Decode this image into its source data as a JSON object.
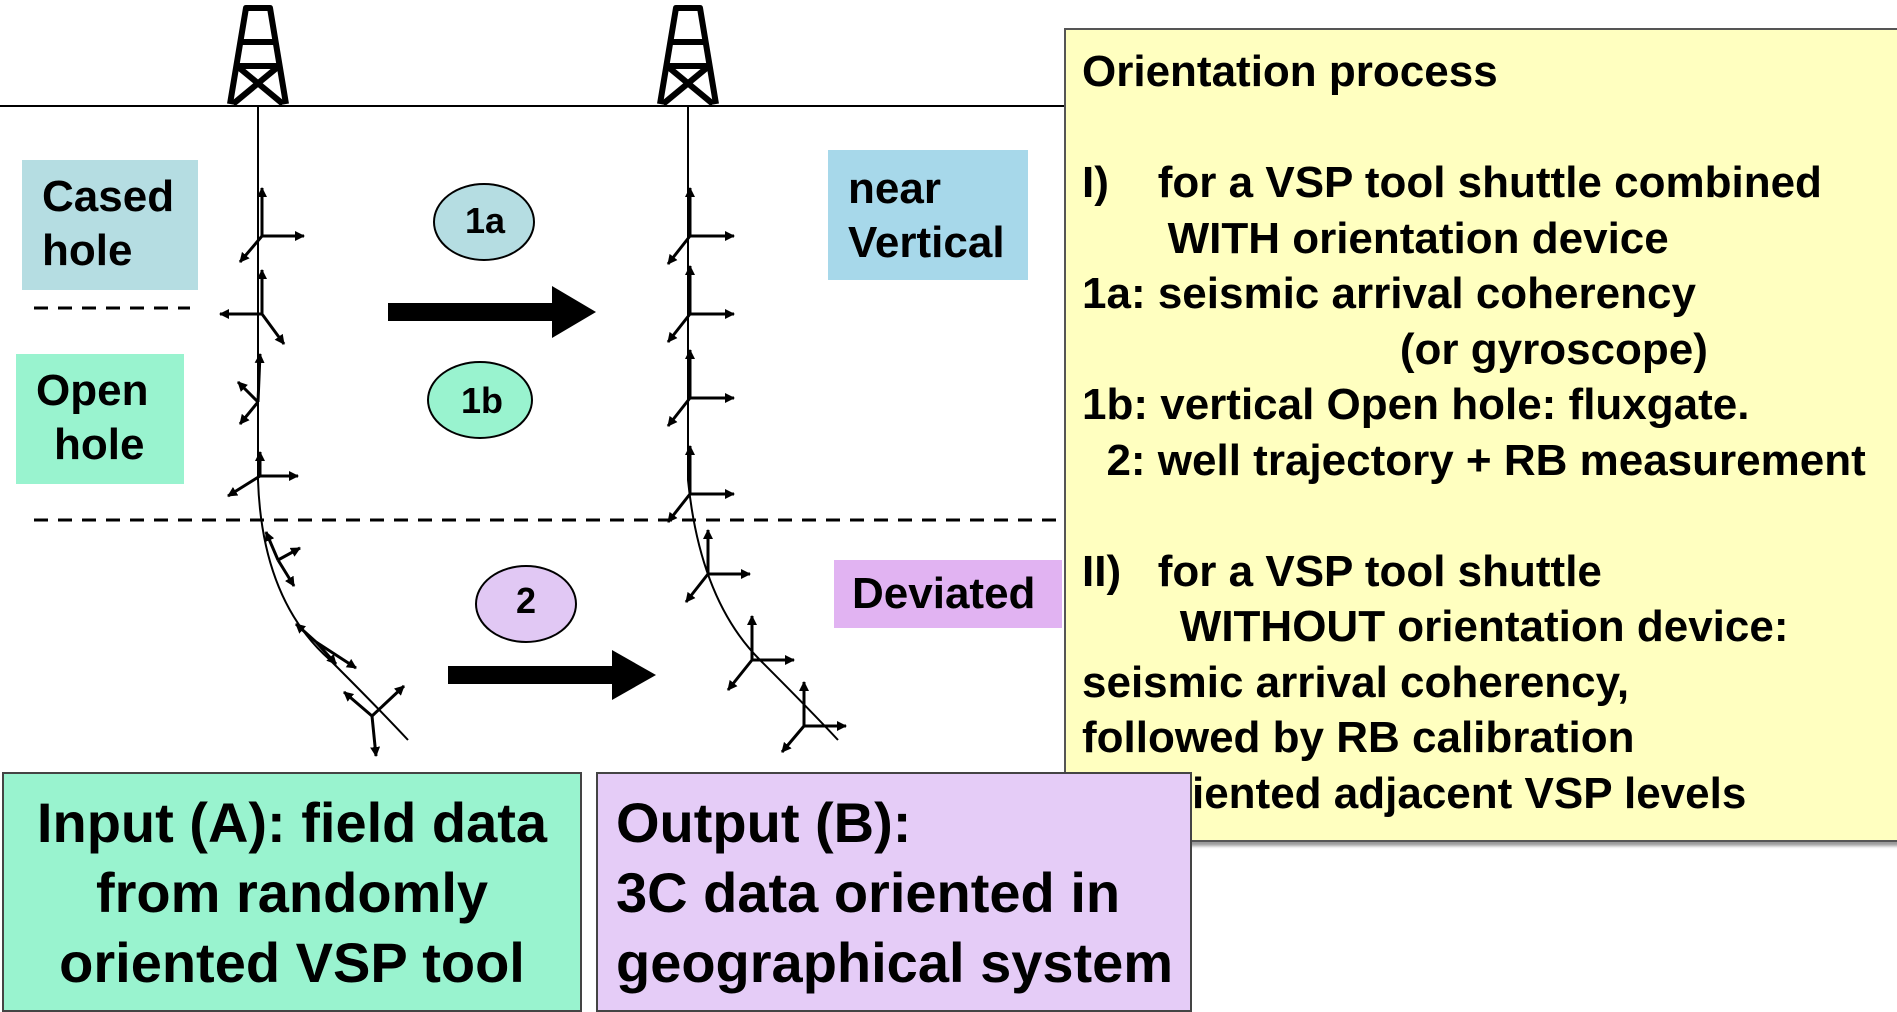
{
  "labels": {
    "cased_hole": [
      "Cased",
      "hole"
    ],
    "open_hole": [
      "Open",
      "hole"
    ],
    "near_vertical": [
      "near",
      "Vertical"
    ],
    "deviated": "Deviated"
  },
  "ovals": {
    "1a": {
      "label": "1a",
      "color": "#b5dde2"
    },
    "1b": {
      "label": "1b",
      "color": "#99f3cf"
    },
    "2": {
      "label": "2",
      "color": "#e1c8f4"
    }
  },
  "orientation_process": {
    "title": "Orientation process",
    "lines": [
      "",
      "I)    for a VSP tool shuttle combined",
      "       WITH orientation device",
      "1a: seismic arrival coherency",
      "                          (or gyroscope)",
      "1b: vertical Open hole: fluxgate.",
      "  2: well trajectory + RB measurement",
      "",
      "II)   for a VSP tool shuttle",
      "        WITHOUT orientation device:",
      "seismic arrival coherency,",
      "followed by RB calibration",
      "on oriented adjacent VSP levels"
    ]
  },
  "input_box": {
    "lines": [
      "Input (A): field data",
      "from randomly",
      "oriented VSP tool"
    ]
  },
  "output_box": {
    "lines": [
      "Output (B):",
      "3C data oriented in",
      "geographical system"
    ]
  },
  "colors": {
    "panel_background": "#ffffc0",
    "input_background": "#99f3cf",
    "output_background": "#e5ccf7"
  }
}
